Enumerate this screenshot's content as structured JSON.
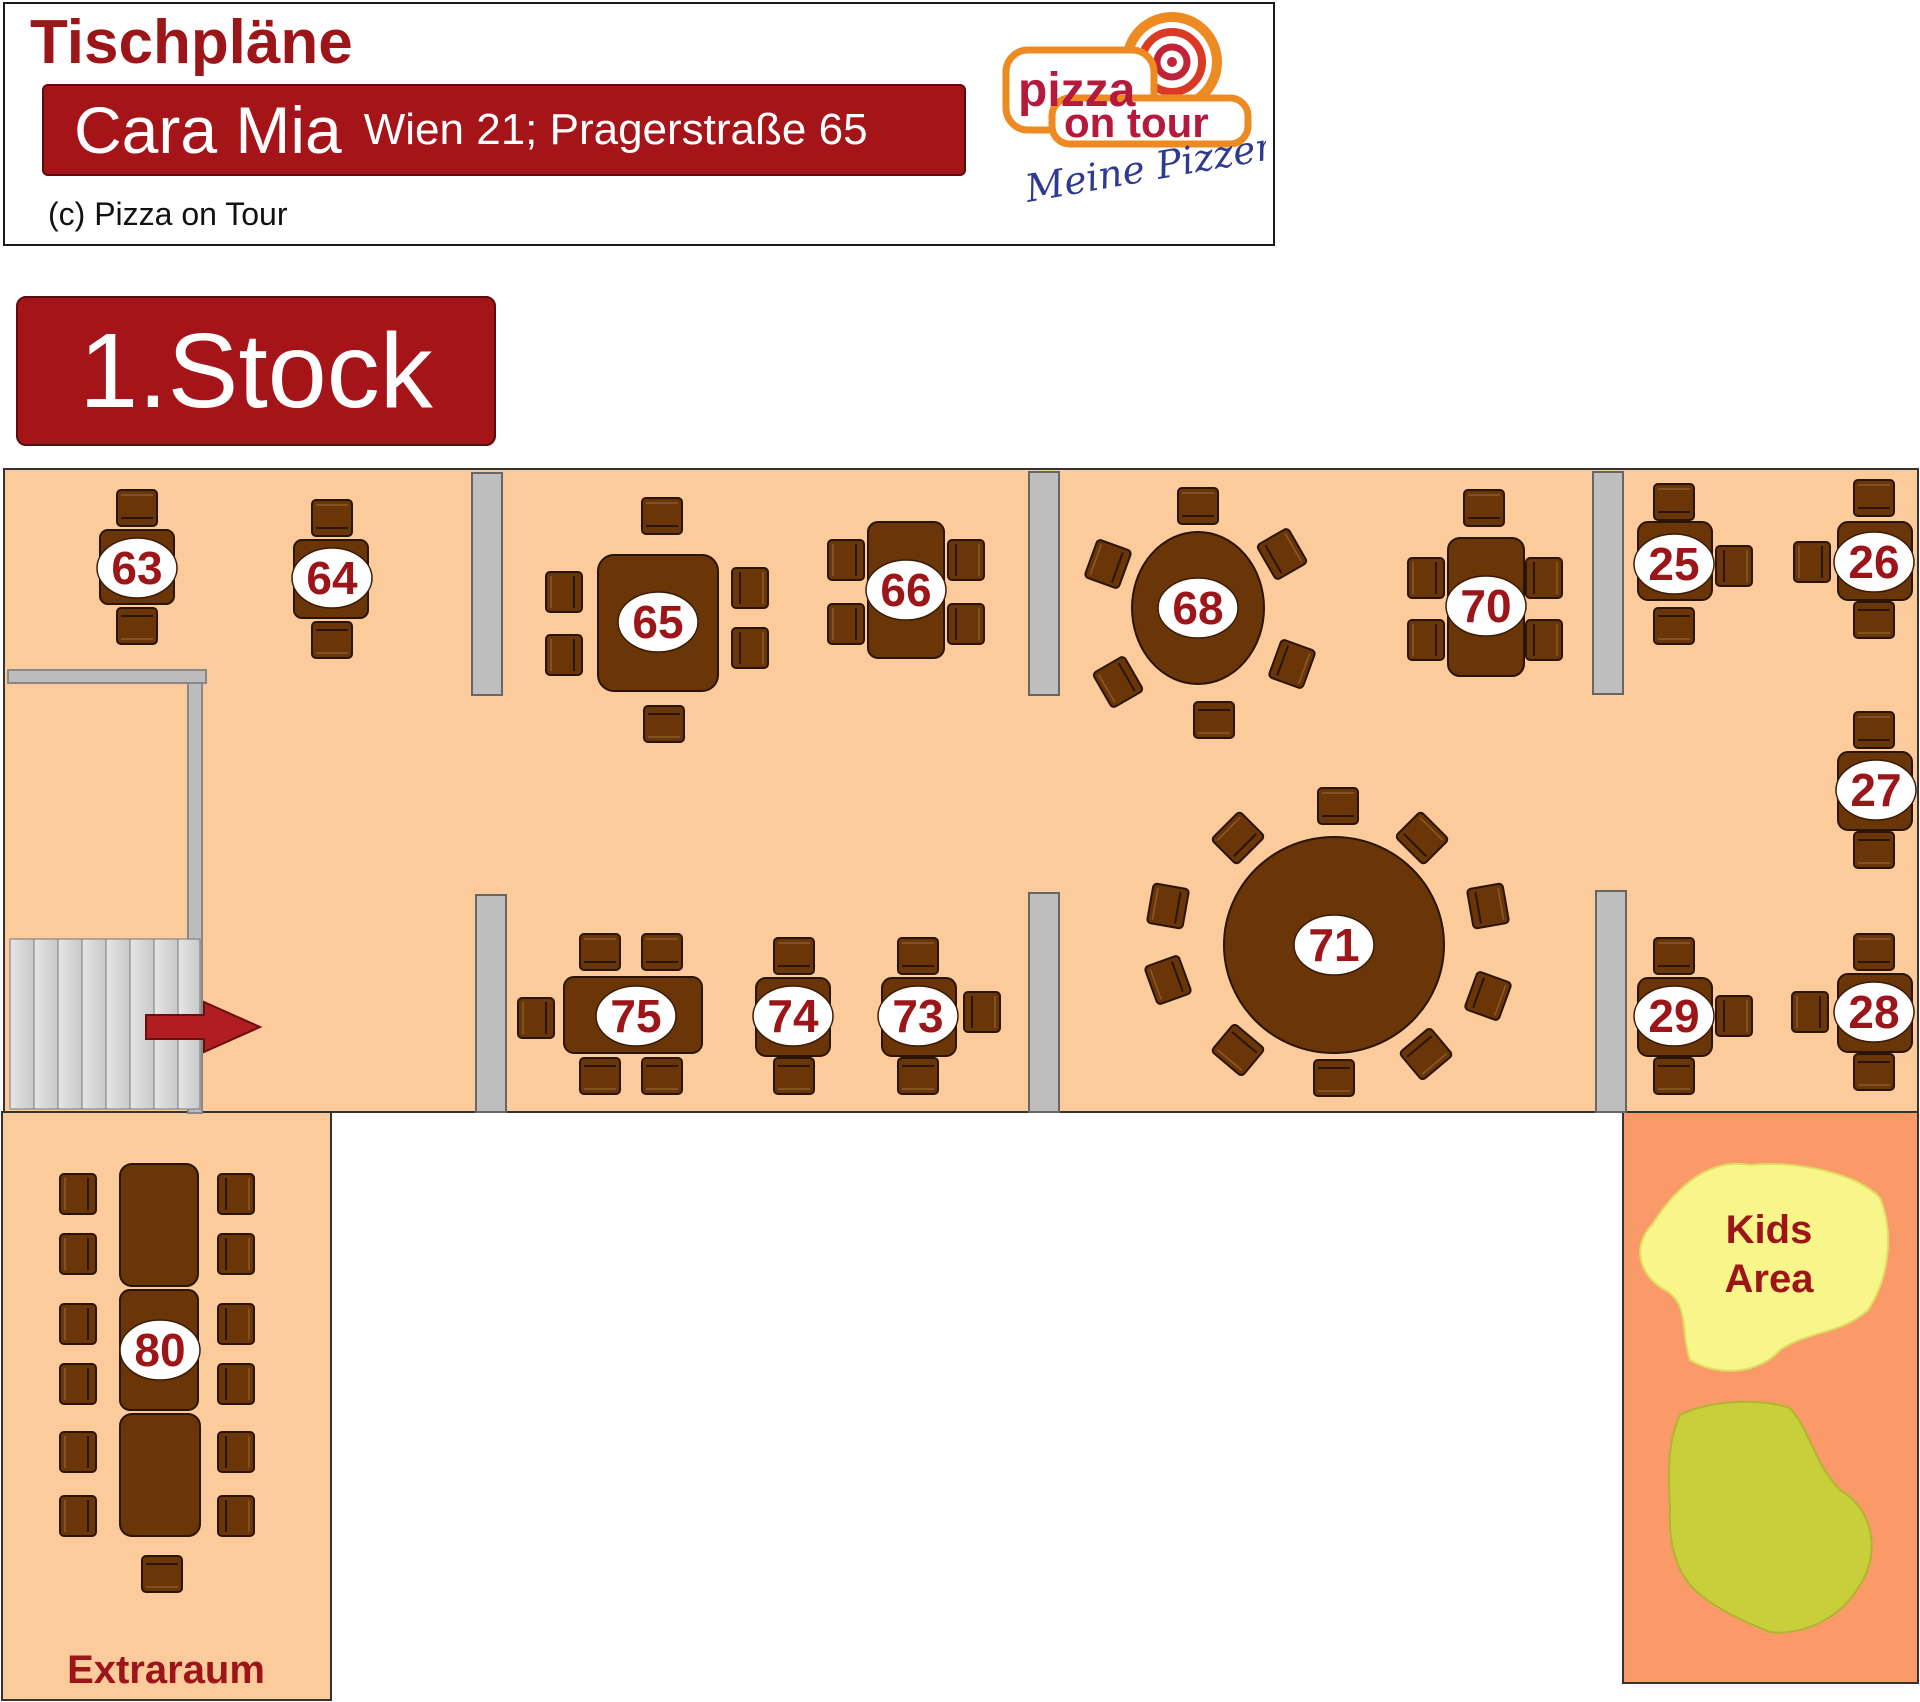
{
  "header": {
    "title": "Tischpläne",
    "restaurant_name": "Cara Mia",
    "restaurant_address": "Wien 21; Pragerstraße 65",
    "copyright": "(c) Pizza on Tour"
  },
  "logo": {
    "line1": "pizza",
    "line2": "on tour",
    "tagline": "Meine Pizzeria"
  },
  "floor": {
    "label": "1.Stock"
  },
  "rooms": {
    "extra_room": "Extraraum",
    "kids_area": "Kids Area"
  },
  "tables": {
    "t63": "63",
    "t64": "64",
    "t65": "65",
    "t66": "66",
    "t68": "68",
    "t70": "70",
    "t25": "25",
    "t26": "26",
    "t27": "27",
    "t71": "71",
    "t75": "75",
    "t74": "74",
    "t73": "73",
    "t29": "29",
    "t28": "28",
    "t80": "80"
  },
  "colors": {
    "brand_red": "#a41419",
    "floor": "#fccb9c",
    "kids_floor": "#fa9a68",
    "furniture": "#6b3607",
    "wall": "#bebebe",
    "kids_yellow": "#f8f68a",
    "kids_green": "#c9cf3a",
    "logo_orange": "#ee8a22"
  }
}
